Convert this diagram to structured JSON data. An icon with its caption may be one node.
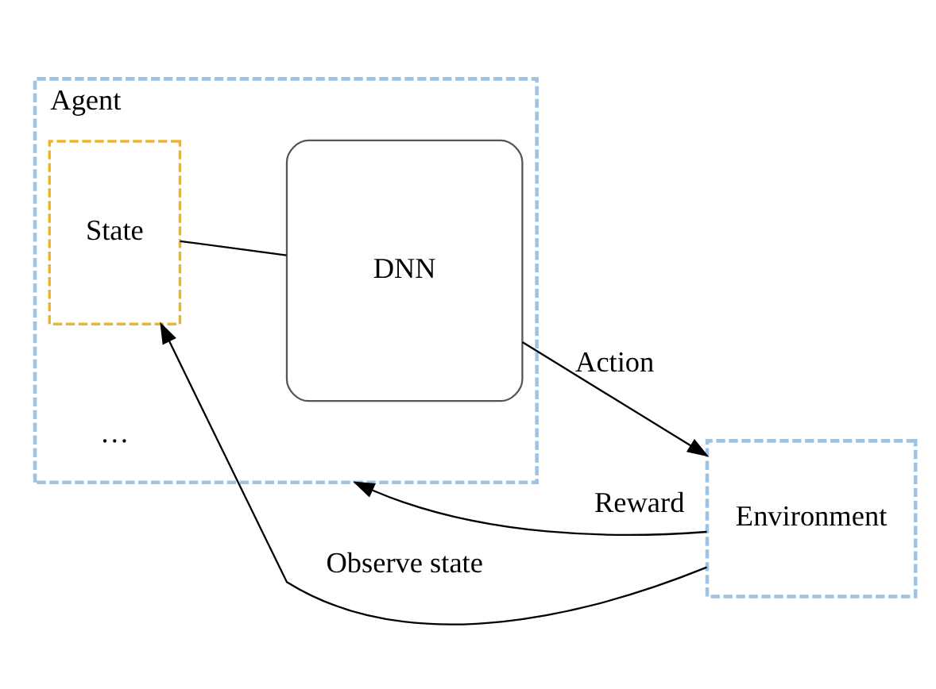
{
  "diagram": {
    "nodes": [
      {
        "text": [
          "Agent"
        ]
      },
      {
        "text": [
          "State"
        ],
        "in": 0
      },
      {
        "text": [
          "DNN"
        ],
        "in": 0
      },
      {
        "text": [
          "Environment"
        ]
      }
    ],
    "edges": [
      {
        "from": 1,
        "to": 2,
        "arrow": "none"
      },
      {
        "from": 2,
        "to": 3,
        "arrow": "to",
        "label": "Action"
      },
      {
        "from": 3,
        "to": 0,
        "arrow": "to",
        "label": "Reward"
      },
      {
        "from": 3,
        "to": 1,
        "arrow": "to",
        "label": "Observe state"
      }
    ],
    "labels": [
      "…"
    ]
  }
}
